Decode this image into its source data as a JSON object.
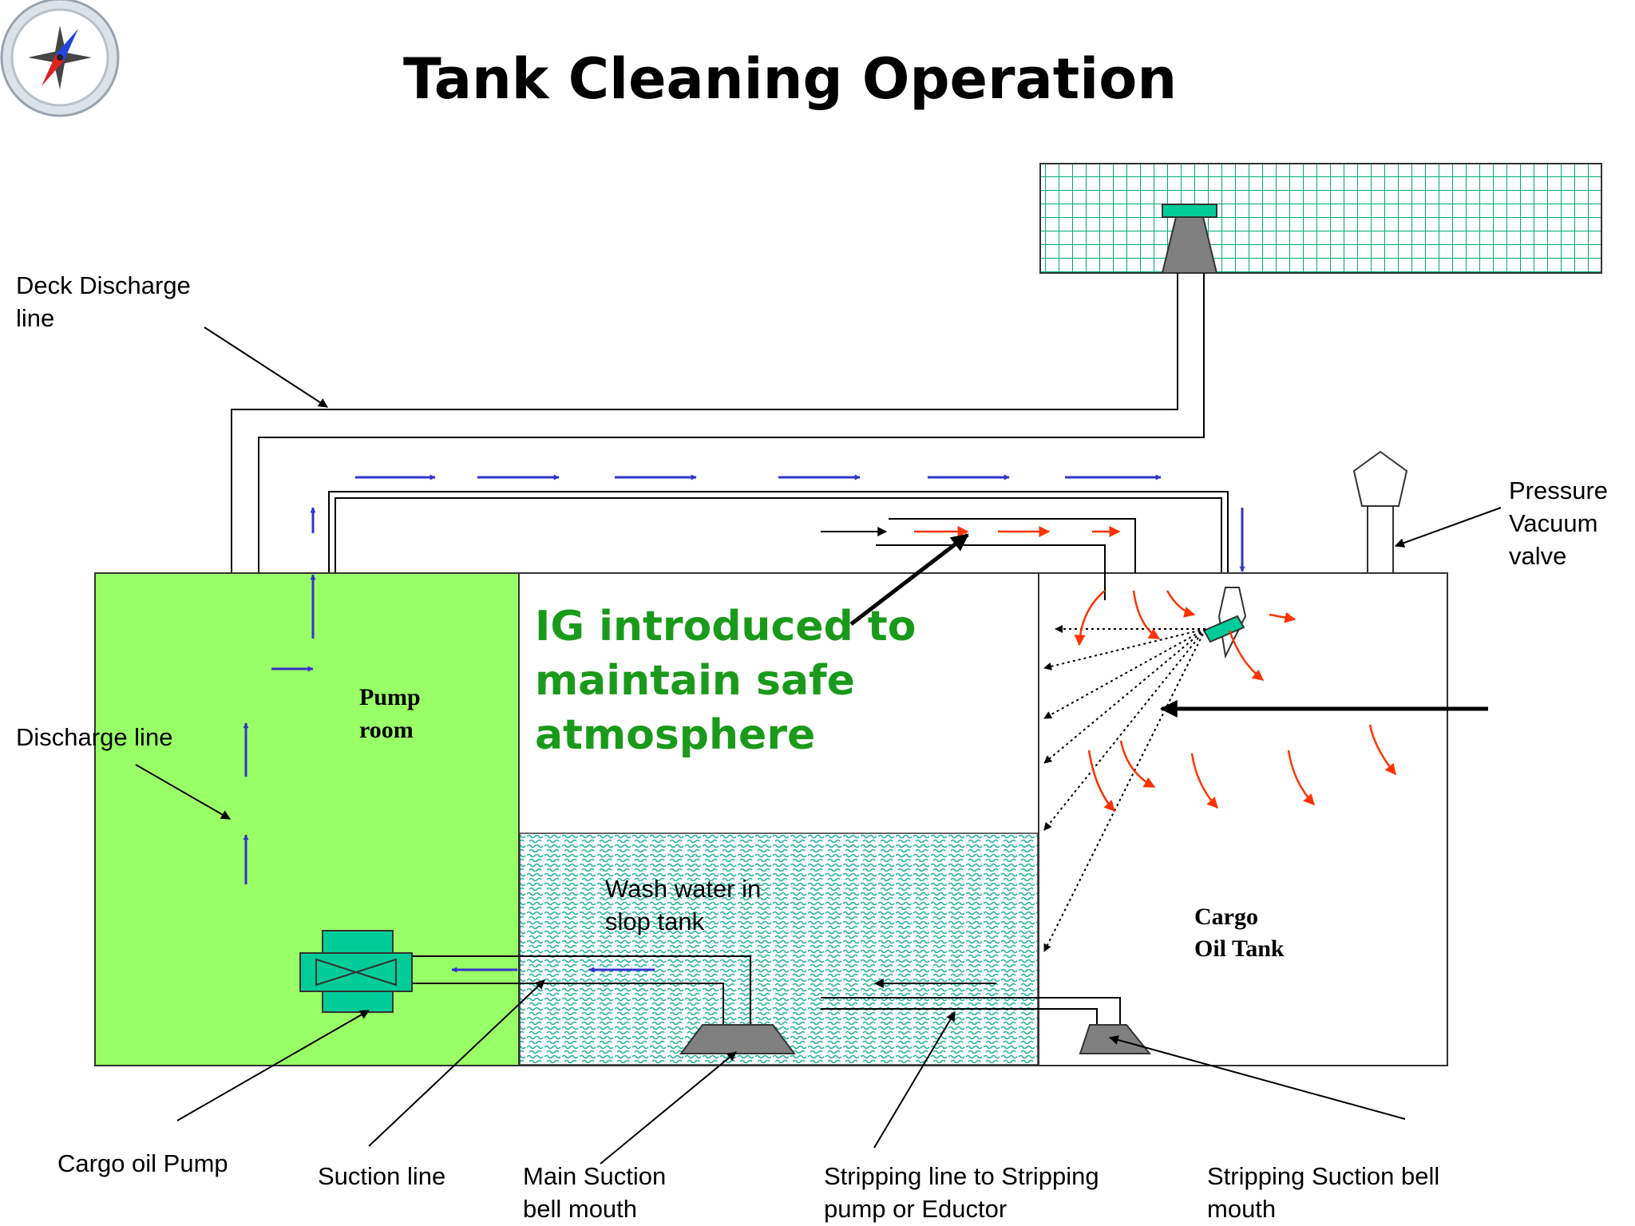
{
  "title": "Tank Cleaning Operation",
  "ig_text": {
    "lines": [
      "IG introduced to",
      "maintain safe",
      "atmosphere"
    ],
    "color": "#1a9a1a"
  },
  "rooms": {
    "pump_room": [
      "Pump",
      "room"
    ],
    "slop_tank": [
      "Wash water in",
      "slop tank"
    ],
    "cargo_tank": [
      "Cargo",
      "Oil Tank"
    ]
  },
  "labels": {
    "deck_discharge": [
      "Deck Discharge",
      "line"
    ],
    "discharge_line": "Discharge  line",
    "pressure_vacuum": [
      "Pressure",
      "Vacuum",
      "valve"
    ],
    "cargo_oil_pump": "Cargo oil Pump",
    "suction_line": "Suction line",
    "main_suction": [
      "Main Suction",
      "bell mouth"
    ],
    "stripping_line": [
      "Stripping line to Stripping",
      "pump or Eductor"
    ],
    "stripping_suction": [
      "Stripping Suction bell",
      "mouth"
    ]
  },
  "colors": {
    "pump_room_fill": "#99ff66",
    "slop_water": "#2ab3a0",
    "pump_body": "#00cc99",
    "bell_mouth": "#808080",
    "flow_arrow": "#3333cc",
    "gas_arrow": "#ff3300",
    "grid": "#00aa77"
  },
  "icons": [
    "compass-icon"
  ]
}
